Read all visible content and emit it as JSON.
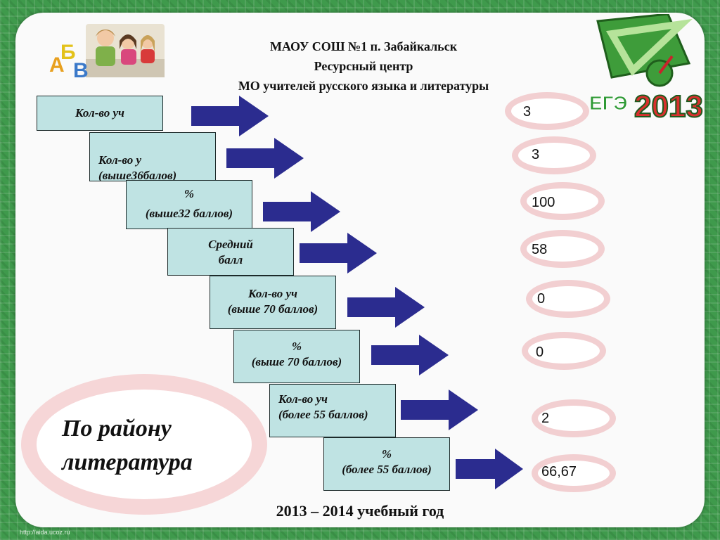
{
  "header": {
    "line1": "МАОУ СОШ №1 п. Забайкальск",
    "line2": "Ресурсный центр",
    "line3": "МО учителей русского языка и литературы"
  },
  "clipart_letters": [
    "А",
    "Б",
    "В"
  ],
  "ege_logo": {
    "label": "ЕГЭ",
    "year": "2013"
  },
  "rows": [
    {
      "label1": "Кол-во уч",
      "label2": "",
      "value": "3"
    },
    {
      "label1": "Кол-во у",
      "label2": "(выше36балов)",
      "value": "3"
    },
    {
      "label1": "%",
      "label2": "(выше32 баллов)",
      "value": "100"
    },
    {
      "label1": "Средний",
      "label2": "балл",
      "value": "58"
    },
    {
      "label1": "Кол-во уч",
      "label2": "(выше 70 баллов)",
      "value": "0"
    },
    {
      "label1": "%",
      "label2": "(выше 70 баллов)",
      "value": "0"
    },
    {
      "label1": "Кол-во уч",
      "label2": "(более 55 баллов)",
      "value": "2"
    },
    {
      "label1": "%",
      "label2": "(более 55 баллов)",
      "value": "66,67"
    }
  ],
  "district": {
    "line1": "По району",
    "line2": "литература"
  },
  "year": "2013 – 2014 учебный год",
  "footer_url": "http://aida.ucoz.ru",
  "colors": {
    "box_fill": "#bfe3e3",
    "arrow_fill": "#2b2c8f",
    "ring": "#f2cfd1",
    "background": "#3f9a4c"
  }
}
